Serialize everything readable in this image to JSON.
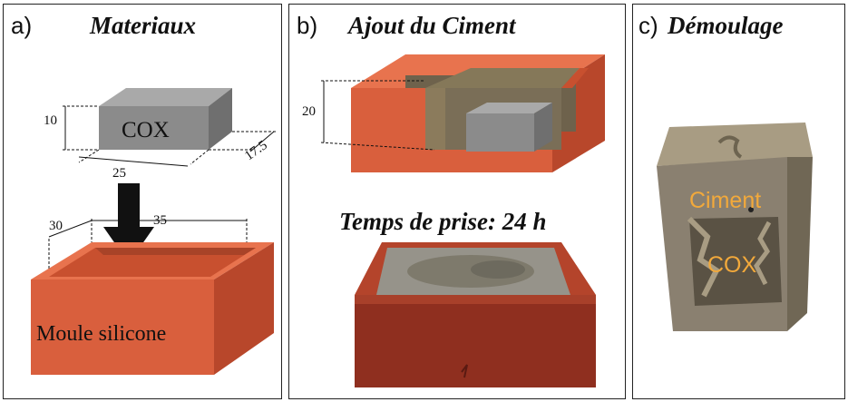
{
  "panel_a": {
    "letter": "a)",
    "title": "Materiaux",
    "cox_label": "COX",
    "dim_height": "10",
    "dim_depth": "17.5",
    "dim_width": "25",
    "mold_dim_depth": "30",
    "mold_dim_width": "35",
    "mold_label": "Moule silicone"
  },
  "panel_b": {
    "letter": "b)",
    "title": "Ajout du Ciment",
    "dim_height": "20",
    "caption": "Temps de prise: 24 h"
  },
  "panel_c": {
    "letter": "c)",
    "title": "Démoulage",
    "ciment_label": "Ciment",
    "cox_label": "COX"
  },
  "colors": {
    "mold_front": "#d95f3d",
    "mold_top": "#e8734e",
    "mold_side": "#b8472b",
    "cox_front": "#8b8b8b",
    "cox_top": "#a9a9a9",
    "cox_side": "#6f6f6f",
    "cement": "#7a6e57",
    "label_orange": "#f2a93b"
  }
}
